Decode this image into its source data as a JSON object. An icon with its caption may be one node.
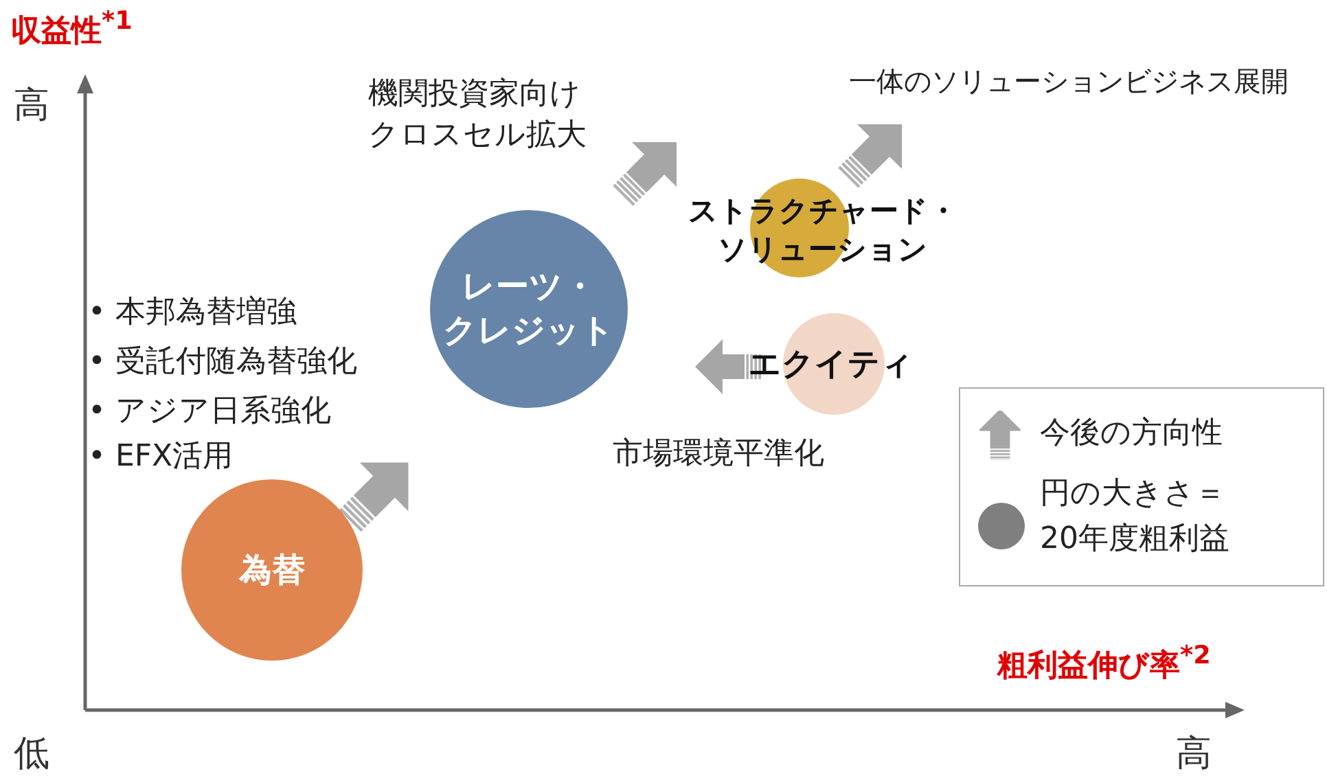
{
  "diagram": {
    "nodes": [
      {
        "text": [
          "為替"
        ]
      },
      {
        "text": [
          "レーツ・クレジット"
        ]
      },
      {
        "text": [
          "ストラクチャード・ソリューション"
        ]
      },
      {
        "text": [
          "エクイティ"
        ]
      }
    ],
    "labels": [
      "収益性$^{*1}$",
      "高",
      "機関投資家向けクロスセル拡大",
      "一体のソリューションビジネス展開",
      "• 本邦為替増強",
      "• 受託付随為替強化",
      "• アジア日系強化",
      "• EFX活用",
      "市場環境平準化",
      "粗利益伸び率$^{*2}$",
      "低",
      "高"
    ],
    "legend": [
      {
        "text": "今後の方向性"
      },
      {
        "text": "円の大きさ＝20年度粗利益",
        "color": "#7f7f7f"
      }
    ]
  }
}
